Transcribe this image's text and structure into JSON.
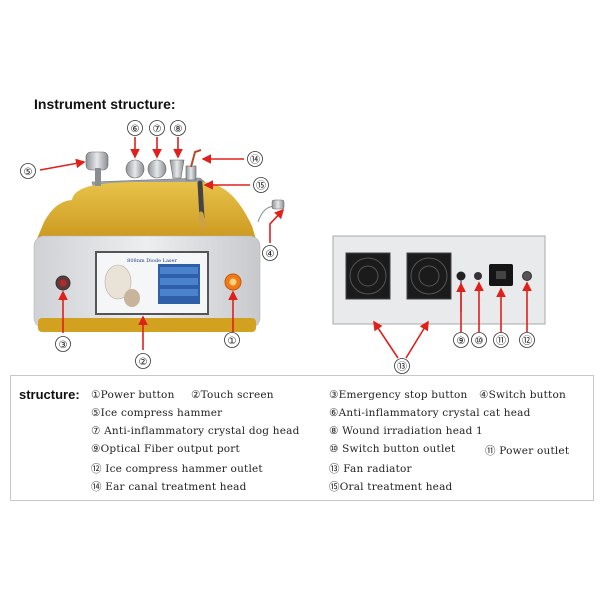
{
  "heading": "Instrument structure:",
  "device": {
    "screen_title": "808nm Diode Laser"
  },
  "callouts": {
    "n1": "①",
    "n2": "②",
    "n3": "③",
    "n4": "④",
    "n5": "⑤",
    "n6": "⑥",
    "n7": "⑦",
    "n8": "⑧",
    "n9": "⑨",
    "n10": "⑩",
    "n11": "⑪",
    "n12": "⑫",
    "n13": "⑬",
    "n14": "⑭",
    "n15": "⑮"
  },
  "legend": {
    "title": "structure:",
    "items": [
      "①Power button",
      "②Touch screen",
      "③Emergency stop button",
      "④Switch button",
      "⑤Ice compress hammer",
      "⑥Anti-inflammatory crystal cat head",
      "⑦ Anti-inflammatory crystal dog head",
      "⑧ Wound irradiation head 1",
      "⑨Optical Fiber output port",
      "⑩ Switch button outlet",
      "⑪ Power outlet",
      "⑫ Ice compress hammer outlet",
      "⑬ Fan radiator",
      "⑭ Ear canal treatment head",
      "⑮Oral treatment head"
    ]
  },
  "colors": {
    "arrow": "#e0201b",
    "device_gold": "#d4a41c",
    "device_body": "#dfe0e2",
    "screen_blue": "#3b6fb6"
  }
}
